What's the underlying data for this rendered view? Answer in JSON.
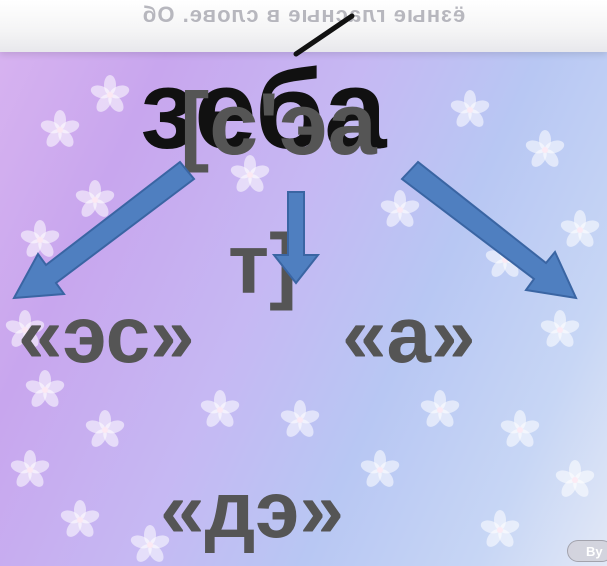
{
  "slide": {
    "top_strip_text": "ёзные гласные в слове. Об",
    "word": "зеба",
    "transcription": "[с'эа",
    "transcription_tail": "т]",
    "letter_names": [
      "«эс»",
      "«а»",
      "«дэ»"
    ],
    "corner_button": "Ву"
  },
  "colors": {
    "arrow_fill": "#4f7fc0",
    "arrow_stroke": "#3a65a3",
    "word": "#111111",
    "transcription": "#555555"
  }
}
